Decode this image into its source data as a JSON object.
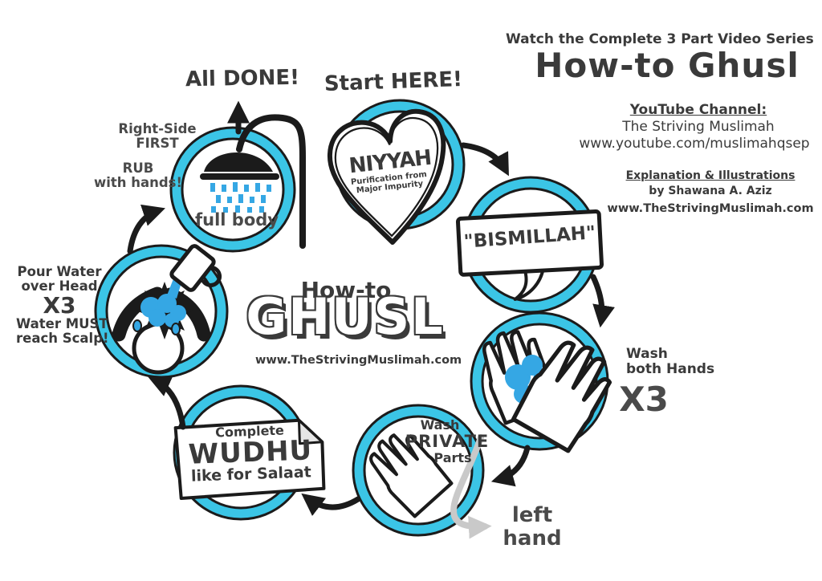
{
  "colors": {
    "accent_cyan": "#3BC5E6",
    "water_blue": "#35A7E4",
    "ink": "#1b1b1b",
    "text": "#3a3a3a",
    "gray_arrow": "#c9c9c9"
  },
  "icons": {
    "shower": "shower-head-icon",
    "pour": "water-jug-pour-icon",
    "wash_hands": "washing-hands-icon",
    "private": "hand-icon",
    "niyyah": "heart-icon",
    "bismillah": "speech-bubble-icon",
    "wudhu": "paper-banner-icon",
    "flow": "curved-arrow-icon"
  },
  "header": {
    "series_line": "Watch the Complete 3 Part Video Series",
    "title": "How-to Ghusl",
    "youtube_label": "YouTube Channel:",
    "channel_name": "The Striving Muslimah",
    "youtube_url": "www.youtube.com/muslimahqsep",
    "credits_label": "Explanation & Illustrations",
    "credits_author": "by Shawana A. Aziz",
    "website": "www.TheStrivingMuslimah.com"
  },
  "center": {
    "how_to": "How-to",
    "title": "GHUSL",
    "website": "www.TheStrivingMuslimah.com"
  },
  "steps": {
    "start_label": "Start HERE!",
    "done_label": "All DONE!",
    "niyyah": {
      "title": "NIYYAH",
      "sub1": "Purification from",
      "sub2": "Major Impurity"
    },
    "bismillah": {
      "label": "\"BISMILLAH\""
    },
    "wash_hands": {
      "line1": "Wash",
      "line2": "both Hands",
      "times": "X3"
    },
    "wash_private": {
      "line1": "Wash",
      "line2": "PRIVATE",
      "line3": "Parts",
      "note1": "left",
      "note2": "hand"
    },
    "wudhu": {
      "line1": "Complete",
      "title": "WUDHU",
      "line2": "like for Salaat"
    },
    "pour_water": {
      "line1": "Pour Water",
      "line2": "over Head",
      "times": "X3",
      "line3": "Water MUST",
      "line4": "reach Scalp!"
    },
    "shower": {
      "label": "full body",
      "note1a": "Right-Side",
      "note1b": "FIRST",
      "note2a": "RUB",
      "note2b": "with hands!"
    }
  }
}
